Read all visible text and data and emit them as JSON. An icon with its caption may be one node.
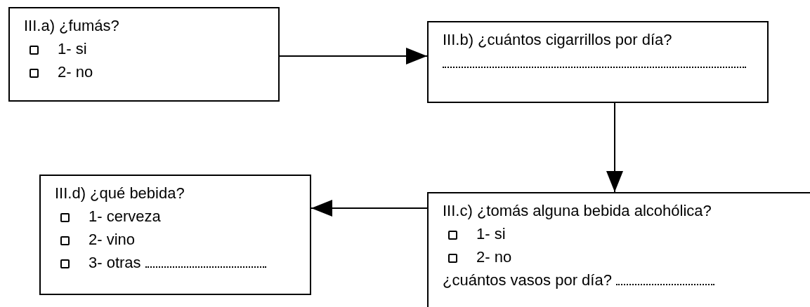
{
  "diagram": {
    "nodes": [
      {
        "text": [
          "III.a) ¿fumás?",
          "1- si",
          "2- no"
        ]
      },
      {
        "text": [
          "III.b) ¿cuántos cigarrillos por día?"
        ]
      },
      {
        "text": [
          "III.c) ¿tomás alguna bebida alcohólica?",
          "1- si",
          "2- no",
          "¿cuántos vasos por día?"
        ]
      },
      {
        "text": [
          "III.d) ¿qué bebida?",
          "1- cerveza",
          "2- vino",
          "3- otras"
        ]
      }
    ],
    "edges": [
      {
        "from": 0,
        "to": 1,
        "arrow": "to"
      },
      {
        "from": 1,
        "to": 2,
        "arrow": "to"
      },
      {
        "from": 2,
        "to": 3,
        "arrow": "to"
      }
    ]
  }
}
